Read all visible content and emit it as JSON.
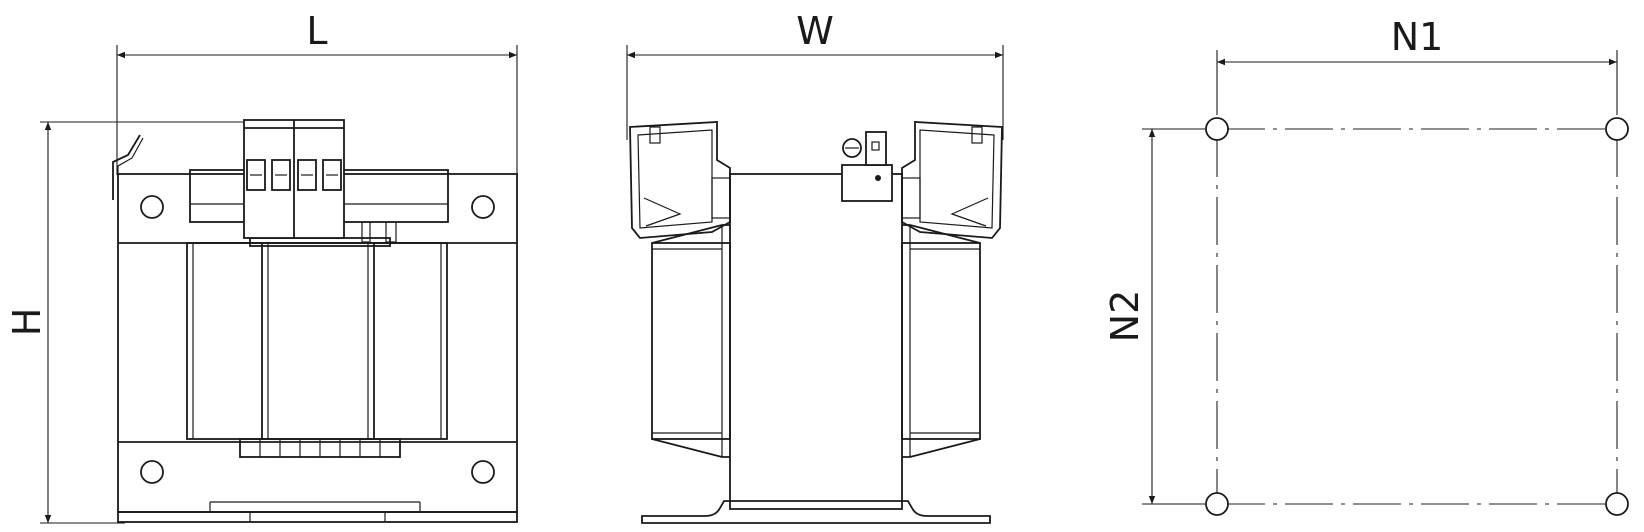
{
  "front_view": {
    "width_label": "L",
    "height_label": "H"
  },
  "side_view": {
    "depth_label": "W"
  },
  "mounting_pattern": {
    "horizontal_label": "N1",
    "vertical_label": "N2"
  },
  "colors": {
    "line": "#1a1a1a",
    "background": "#ffffff"
  }
}
